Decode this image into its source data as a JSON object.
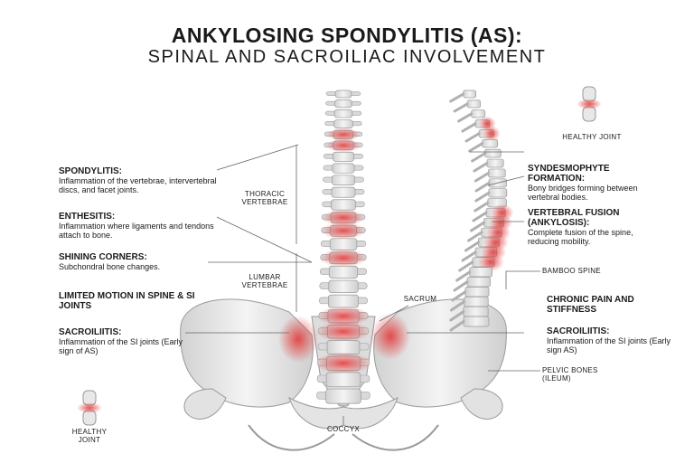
{
  "title": "ANKYLOSING SPONDYLITIS (AS):",
  "subtitle": "SPINAL AND SACROILIAC INVOLVEMENT",
  "left_labels": {
    "spondylitis": {
      "heading": "SPONDYLITIS:",
      "body": "Inflammation of the vertebrae, intervertebral discs, and facet joints."
    },
    "enthesitis": {
      "heading": "ENTHESITIS:",
      "body": "Inflammation where ligaments and tendons attach to bone."
    },
    "shining_corners": {
      "heading": "SHINING CORNERS:",
      "body": "Subchondral bone changes."
    },
    "limited_motion": {
      "heading": "LIMITED MOTION IN SPINE & SI JOINTS"
    },
    "sacroiliitis": {
      "heading": "SACROILIITIS:",
      "body": "Inflammation of the SI joints (Early sign of AS)"
    }
  },
  "center_labels": {
    "thoracic": "THORACIC VERTEBRAE",
    "lumbar": "LUMBAR VERTEBRAE",
    "sacrum": "SACRUM",
    "coccyx": "COCCYX"
  },
  "right_labels": {
    "healthy_joint_top": "HEALTHY JOINT",
    "syndesmophyte": {
      "heading": "SYNDESMOPHYTE FORMATION:",
      "body": "Bony bridges forming between vertebral bodies."
    },
    "vertebral_fusion": {
      "heading": "VERTEBRAL FUSION (ANKYLOSIS):",
      "body": "Complete fusion of the spine, reducing mobility."
    },
    "bamboo_spine": "BAMBOO SPINE",
    "chronic_pain": {
      "heading": "CHRONIC PAIN AND STIFFNESS"
    },
    "sacroiliitis": {
      "heading": "SACROILIITIS:",
      "body": "Inflammation of the SI joints (Early sign AS)"
    },
    "pelvic_bones": "PELVIC BONES (ILEUM)"
  },
  "healthy_joint_bottom": "HEALTHY JOINT",
  "colors": {
    "bone": "#e9e9e9",
    "bone_shade": "#c8c8c8",
    "inflammation": "#e23b3b",
    "line": "#555555"
  }
}
